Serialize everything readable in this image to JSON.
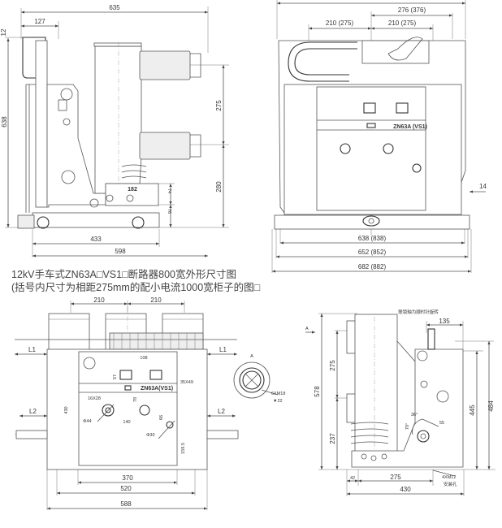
{
  "caption": {
    "line1": "12kV手车式ZN63A□VS1□断路器800宽外形尺寸图",
    "line2": "(括号内尺寸为相距275mm的配小电流1000宽柜子的图□"
  },
  "side_view_top": {
    "dims": {
      "overall_depth": "635",
      "handle": "127",
      "top_offset": "12",
      "height": "638",
      "phase_spacing": "275",
      "lower_contact": "280",
      "bracket": "182",
      "d74": "74",
      "d76": "76",
      "wheelbase": "433",
      "base_depth": "598"
    }
  },
  "front_view_top": {
    "dims": {
      "right_offset": "276 (376)",
      "phase_left": "210 (275)",
      "phase_right": "210 (275)",
      "side": "14",
      "w1": "638 (838)",
      "w2": "652 (852)",
      "w3": "682 (882)"
    },
    "nameplate": "ZN63A (VS1)"
  },
  "front_view_bottom": {
    "dims": {
      "phase_left": "210",
      "phase_right": "210",
      "l1_left": "L1",
      "l1_right": "L1",
      "l2_left": "L2",
      "l2_right": "L2",
      "d108": "108",
      "d57": "57",
      "window": "35X49",
      "slot": "16X28",
      "d78": "78",
      "height": "430",
      "dia44": "Φ44",
      "d140": "140",
      "d66": "66",
      "dia30": "Φ30",
      "d159": "159.5",
      "w370": "370",
      "w520": "520",
      "w588": "588"
    },
    "nameplate": "ZN63A(VS1)",
    "detail": {
      "label": "A",
      "thread": "6XM18",
      "depth": "▼22"
    }
  },
  "side_view_bottom": {
    "note": "联锁轴为顺时针旋转",
    "view_arrow": "A",
    "dims": {
      "d135": "135",
      "h578": "578",
      "d275v": "275",
      "d237": "237",
      "h445": "445",
      "h484": "484",
      "angle70": "70°",
      "angle36": "36°",
      "d55": "55",
      "d42": "42",
      "d275h": "275",
      "holes": "4XM12",
      "holes_note": "安装孔",
      "d430": "430"
    }
  }
}
